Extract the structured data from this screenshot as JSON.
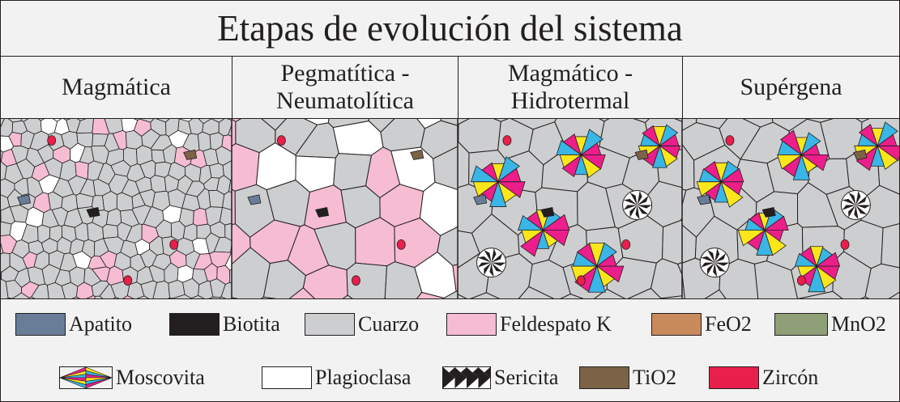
{
  "title": "Etapas de evolución del sistema",
  "stages": [
    {
      "label": "Magmática"
    },
    {
      "label": "Pegmatítica -\nNeumatolítica"
    },
    {
      "label": "Magmático -\nHidrotermal"
    },
    {
      "label": "Supérgena"
    }
  ],
  "legend": [
    {
      "label": "Apatito",
      "color": "#6a7d98"
    },
    {
      "label": "Biotita",
      "color": "#231f20"
    },
    {
      "label": "Cuarzo",
      "color": "#cdcecf"
    },
    {
      "label": "Feldespato K",
      "color": "#f5bcd2"
    },
    {
      "label": "FeO2",
      "color": "#c98a5c"
    },
    {
      "label": "MnO2",
      "color": "#8f9f78"
    },
    {
      "label": "Moscovita",
      "colors": [
        "#ec1e8a",
        "#fbe61b",
        "#39b5e6"
      ]
    },
    {
      "label": "Plagioclasa",
      "color": "#ffffff"
    },
    {
      "label": "Sericita",
      "color": "#231f20"
    },
    {
      "label": "TiO2",
      "color": "#7c6347"
    },
    {
      "label": "Zircón",
      "color": "#e8204b"
    }
  ]
}
